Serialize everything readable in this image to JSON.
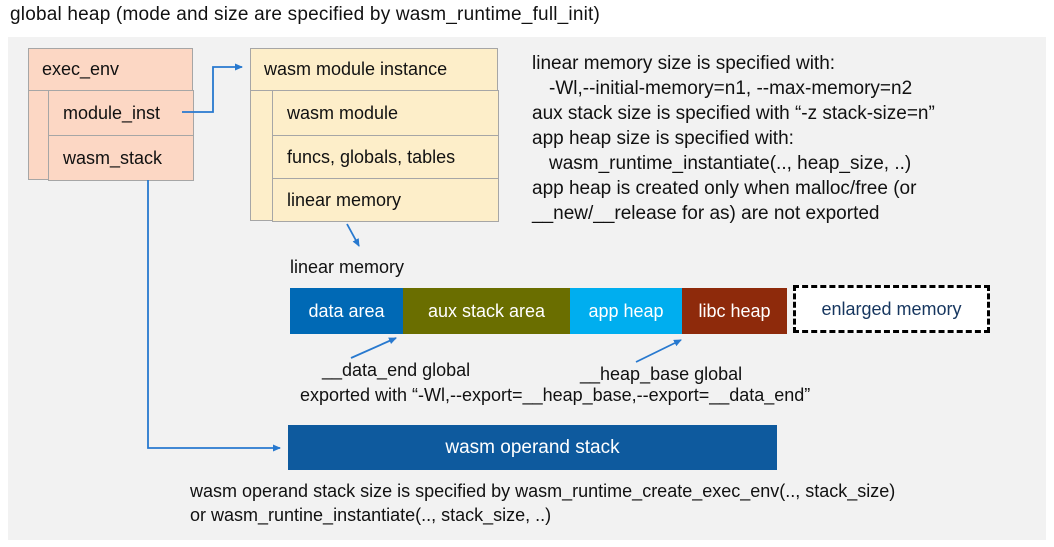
{
  "title": "global heap (mode and size are specified by wasm_runtime_full_init)",
  "exec_env": {
    "header": "exec_env",
    "rows": [
      "module_inst",
      "wasm_stack"
    ]
  },
  "module_instance": {
    "header": "wasm module instance",
    "rows": [
      "wasm module",
      "funcs, globals, tables",
      "linear memory"
    ]
  },
  "notes": {
    "lines": [
      "linear memory size is specified with:",
      "-Wl,--initial-memory=n1, --max-memory=n2",
      "aux stack size is specified with “-z stack-size=n”",
      "app heap size is specified with:",
      "wasm_runtime_instantiate(.., heap_size, ..)",
      "app heap is created only when malloc/free (or",
      "__new/__release for as) are not exported"
    ]
  },
  "linear_memory": {
    "label": "linear memory",
    "segments": [
      {
        "label": "data area",
        "color": "#0069b5",
        "width": 113
      },
      {
        "label": "aux stack area",
        "color": "#6a6e00",
        "width": 167
      },
      {
        "label": "app heap",
        "color": "#00aeef",
        "width": 112
      },
      {
        "label": "libc heap",
        "color": "#8e2a0b",
        "width": 105
      }
    ],
    "enlarged": {
      "label": "enlarged memory"
    }
  },
  "annotations": {
    "data_end": "__data_end global",
    "heap_base": "__heap_base global",
    "exported": "exported with “-Wl,--export=__heap_base,--export=__data_end”"
  },
  "operand_stack": {
    "label": "wasm operand stack",
    "note_lines": [
      "wasm operand stack size is specified by wasm_runtime_create_exec_env(.., stack_size)",
      "or wasm_runtine_instantiate(.., stack_size, ..)"
    ]
  },
  "colors": {
    "panel_bg": "#f2f2f2",
    "exec_env_fill": "#fcd7c4",
    "instance_fill": "#fdeec9",
    "box_border": "#a6a6a6",
    "connector": "#2879cf",
    "enlarged_text": "#16365f",
    "operand_fill": "#0e5a9e"
  }
}
